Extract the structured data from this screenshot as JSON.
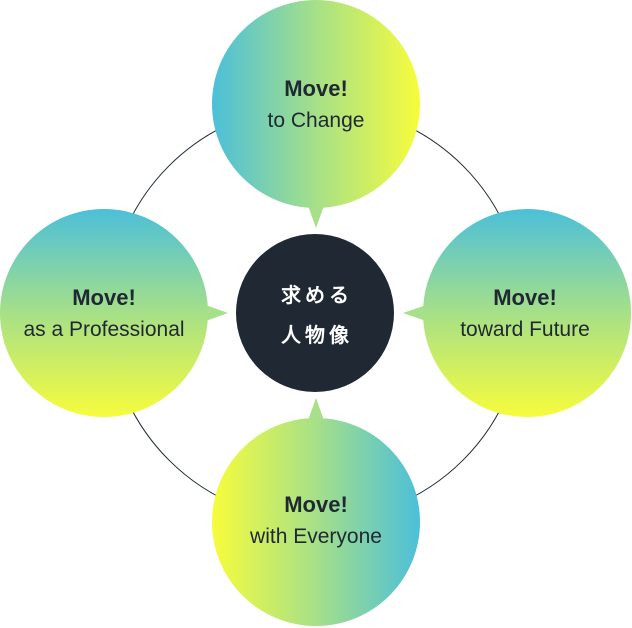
{
  "center": {
    "line1": "求める",
    "line2": "人物像"
  },
  "nodes": {
    "top": {
      "title": "Move!",
      "subtitle": "to Change"
    },
    "left": {
      "title": "Move!",
      "subtitle": "as a Professional"
    },
    "right": {
      "title": "Move!",
      "subtitle": "toward Future"
    },
    "bottom": {
      "title": "Move!",
      "subtitle": "with Everyone"
    }
  },
  "colors": {
    "blue": "#4cbfd9",
    "yellow": "#f7fc3c",
    "center": "#1f2833",
    "ring": "#1f2833"
  }
}
